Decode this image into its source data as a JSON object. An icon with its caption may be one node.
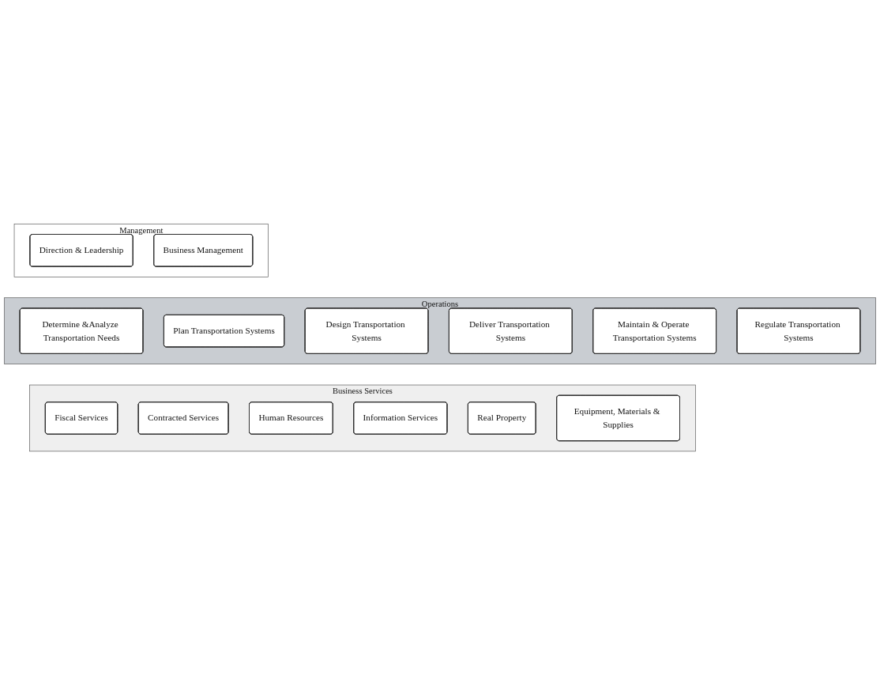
{
  "diagram": {
    "nodes": [
      {
        "text": [
          "Management"
        ]
      },
      {
        "text": [
          "Direction & Leadership"
        ],
        "in": 0
      },
      {
        "text": [
          "Business Management"
        ],
        "in": 0
      },
      {
        "text": [
          "Operations"
        ]
      },
      {
        "text": [
          "Determine &Analyze Transportation Needs"
        ],
        "in": 3
      },
      {
        "text": [
          "Plan Transportation Systems"
        ],
        "in": 3
      },
      {
        "text": [
          "Design Transportation Systems"
        ],
        "in": 3
      },
      {
        "text": [
          "Deliver Transportation Systems"
        ],
        "in": 3
      },
      {
        "text": [
          "Maintain & Operate Transportation Systems"
        ],
        "in": 3
      },
      {
        "text": [
          "Regulate Transportation Systems"
        ],
        "in": 3
      },
      {
        "text": [
          "Business Services"
        ]
      },
      {
        "text": [
          "Fiscal Services"
        ],
        "in": 10
      },
      {
        "text": [
          "Contracted Services"
        ],
        "in": 10
      },
      {
        "text": [
          "Human Resources"
        ],
        "in": 10
      },
      {
        "text": [
          "Information Services"
        ],
        "in": 10
      },
      {
        "text": [
          "Real Property"
        ],
        "in": 10
      },
      {
        "text": [
          "Equipment, Materials & Supplies"
        ],
        "in": 10
      }
    ]
  }
}
